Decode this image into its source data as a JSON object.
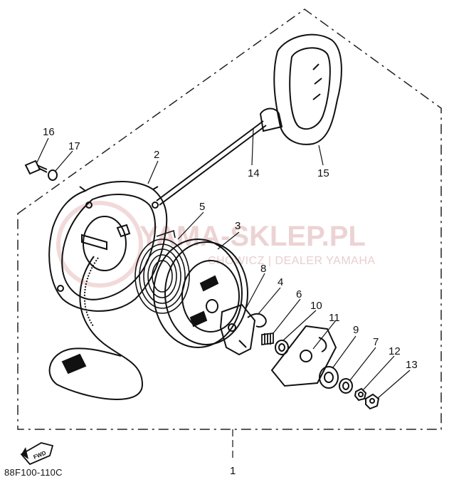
{
  "diagram": {
    "callouts": [
      {
        "id": "1",
        "label": "1"
      },
      {
        "id": "2",
        "label": "2"
      },
      {
        "id": "3",
        "label": "3"
      },
      {
        "id": "4",
        "label": "4"
      },
      {
        "id": "5",
        "label": "5"
      },
      {
        "id": "6",
        "label": "6"
      },
      {
        "id": "7",
        "label": "7"
      },
      {
        "id": "8",
        "label": "8"
      },
      {
        "id": "9",
        "label": "9"
      },
      {
        "id": "10",
        "label": "10"
      },
      {
        "id": "11",
        "label": "11"
      },
      {
        "id": "12",
        "label": "12"
      },
      {
        "id": "13",
        "label": "13"
      },
      {
        "id": "14",
        "label": "14"
      },
      {
        "id": "15",
        "label": "15"
      },
      {
        "id": "16",
        "label": "16"
      },
      {
        "id": "17",
        "label": "17"
      }
    ],
    "fwd_label": "FWD",
    "code": "88F100-110C"
  },
  "watermark": {
    "line1": "YAMA-SKLEP.PL",
    "line2": "CHOWICZ | DEALER YAMAHA"
  }
}
